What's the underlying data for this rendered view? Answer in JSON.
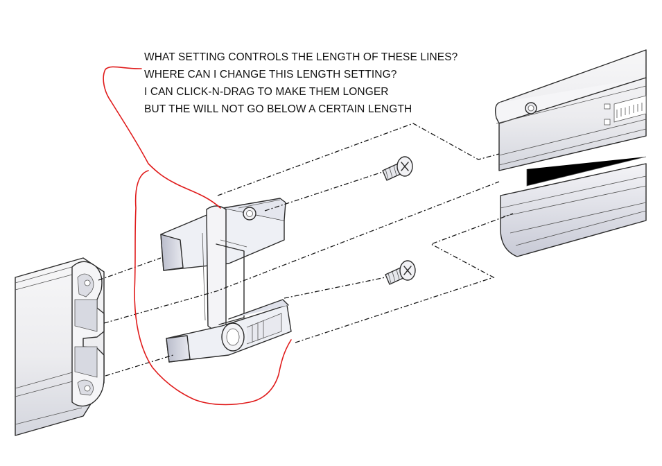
{
  "annotation": {
    "lines": [
      "WHAT SETTING CONTROLS THE LENGTH OF THESE LINES?",
      "WHERE CAN I CHANGE THIS LENGTH SETTING?",
      "I CAN CLICK-N-DRAG TO MAKE THEM LONGER",
      "BUT THE WILL NOT GO BELOW A CERTAIN LENGTH"
    ]
  },
  "colors": {
    "markup": "#e01b1b",
    "part_fill": "#f2f2f4",
    "part_shade": "#c9cbd6",
    "explode_line": "#1a1a1a"
  }
}
